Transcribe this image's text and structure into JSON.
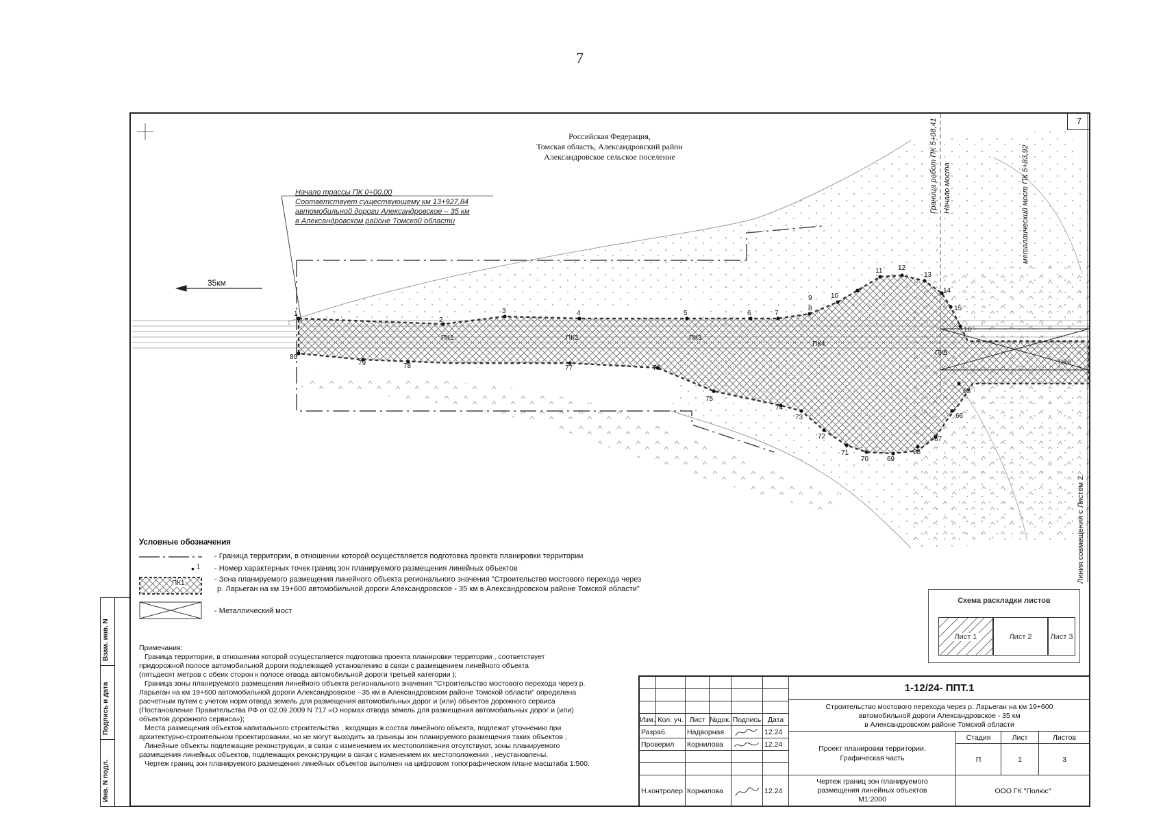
{
  "page": {
    "number": "7",
    "sheet_corner": "7"
  },
  "header": {
    "line1": "Российская Федерация,",
    "line2": "Томская область, Александровский район",
    "line3": "Александровское сельское поселение"
  },
  "route_note": {
    "line1": "Начало трассы ПК 0+00,00",
    "line2": "Соответствует существующему км 13+927,84",
    "line3": "автомобильной дороги Александровское – 35 км",
    "line4": "в Александровском районе Томской области"
  },
  "direction_label": "35км",
  "vertical_labels": {
    "work_boundary": "Граница работ ПК 5+08,41",
    "bridge_start": "Начало моста",
    "metal_bridge": "металлический мост ПК 5+83,92",
    "match_line": "Линия совмещения с Листом 2."
  },
  "pk_labels": [
    "ПК1",
    "ПК2",
    "ПК3",
    "ПК4",
    "ПК5",
    "ПК6"
  ],
  "point_labels": [
    "1",
    "2",
    "3",
    "4",
    "5",
    "6",
    "7",
    "8",
    "9",
    "10",
    "11",
    "12",
    "13",
    "14",
    "15",
    "16",
    "65",
    "66",
    "67",
    "68",
    "69",
    "70",
    "71",
    "72",
    "73",
    "74",
    "75",
    "76",
    "77",
    "78",
    "79",
    "80"
  ],
  "legend": {
    "title": "Условные обозначения",
    "items": [
      "- Граница территории, в отношении которой осуществляется подготовка проекта планировки территории",
      "- Номер  характерных точек границ зон планируемого размещения линейных объектов",
      "- Зона планируемого размещения линейного объекта регионального значения  \"Строительство мостового перехода через",
      "р. Ларьеган на км 19+600 автомобильной дороги Александровское - 35 км в Александровском районе Томской области\"",
      "- Металлический мост"
    ],
    "point_sample": "1",
    "zone_sample": "ПК1"
  },
  "notes": {
    "title": "Примечания:",
    "lines": [
      "Граница территории, в отношении которой осуществляется подготовка проекта планировки территории , соответствует",
      "придорожной полосе автомобильной дороги подлежащей установлению в связи с размещением линейного объекта",
      "(пятьдесят метров с обеих сторон к полосе отвода автомобильной дороги третьей категории );",
      "Граница зоны планируемого размещения линейного объекта регионального значения  \"Строительство мостового перехода через р.",
      "Ларьеган на км 19+600 автомобильной дороги Александровское - 35 км в Александровском районе Томской области\" определена",
      "расчетным путем с учетом норм отвода земель для размещения автомобильных дорог и  (или) объектов дорожного сервиса",
      "(Постановление Правительства РФ от 02.09.2009 N 717 «О нормах отвода земель для размещения автомобильных дорог и  (или)",
      "объектов дорожного сервиса»);",
      "Места размещения объектов капитального строительства , входящих в состав линейного объекта, подлежат уточнению при",
      "архитектурно-строительном проектировании, но не могут выходить за границы зон планируемого размещения таких объектов ;",
      "Линейные объекты подлежащие реконструкции, в связи с изменением их местоположения отсутствуют, зоны планируемого",
      "размещения линейных объектов, подлежащих реконструкции в связи с изменением их местоположения , неустановлены.",
      "Чертеж границ зон планируемого размещения линейных объектов выполнен на цифровом топографическом плане масштаба  1:500."
    ]
  },
  "left_stamp": {
    "cell1": "Взам. инв. N",
    "cell2": "Подпись и дата",
    "cell3": "Инв. N подл."
  },
  "scheme": {
    "title": "Схема раскладки листов",
    "sheets": [
      "Лист 1",
      "Лист 2",
      "Лист 3"
    ]
  },
  "title_block": {
    "code": "1-12/24- ППТ.1",
    "project_line1": "Строительство мостового перехода через р. Ларьеган на км 19+600",
    "project_line2": "автомобильной дороги Александровское - 35 км",
    "project_line3": "в Александровском районе Томской области",
    "col_headers": [
      "Изм.",
      "Кол. уч.",
      "Лист",
      "№док.",
      "Подпись",
      "Дата"
    ],
    "rows": [
      {
        "role": "Разраб.",
        "name": "Надворная",
        "date": "12.24"
      },
      {
        "role": "Проверил",
        "name": "Корнилова",
        "date": "12.24"
      },
      {
        "role": "Н.контролер",
        "name": "Корнилова",
        "date": "12.24"
      }
    ],
    "doc_title_line1": "Проект планировки территории.",
    "doc_title_line2": "Графическая часть",
    "stage_label": "Стадия",
    "sheet_label": "Лист",
    "sheets_label": "Листов",
    "stage": "П",
    "sheet": "1",
    "sheets_total": "3",
    "drawing_line1": "Чертеж границ зон планируемого",
    "drawing_line2": "размещения линейных объектов",
    "drawing_line3": "М1:2000",
    "company": "ООО ГК \"Полюс\""
  }
}
